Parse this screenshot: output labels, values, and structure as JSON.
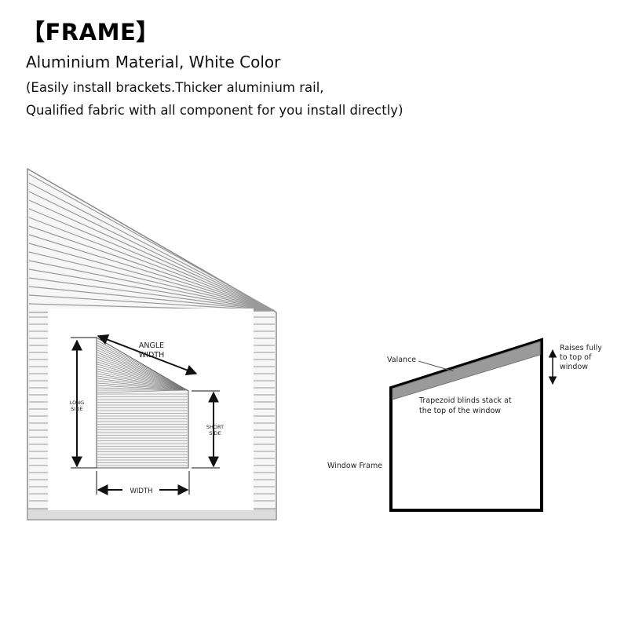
{
  "header": {
    "title": "【FRAME】",
    "subtitle": "Aluminium Material, White Color",
    "description_line1": "(Easily install brackets.Thicker aluminium rail,",
    "description_line2": "Qualified fabric with all component for you install directly)"
  },
  "measure_diagram": {
    "angle_width_line1": "ANGLE",
    "angle_width_line2": "WIDTH",
    "long_side_line1": "LONG",
    "long_side_line2": "SIDE",
    "short_side_line1": "SHORT",
    "short_side_line2": "SIDE",
    "width": "WIDTH"
  },
  "window_diagram": {
    "valance": "Valance",
    "raises_line1": "Raises fully",
    "raises_line2": "to top of",
    "raises_line3": "window",
    "stack_line1": "Trapezoid blinds stack at",
    "stack_line2": "the top of the window",
    "window_frame": "Window Frame"
  },
  "colors": {
    "frame": "#000000",
    "valance": "#9a9a9a",
    "slat_light": "#e8e8e8",
    "slat_dark": "#9a9a9a"
  }
}
